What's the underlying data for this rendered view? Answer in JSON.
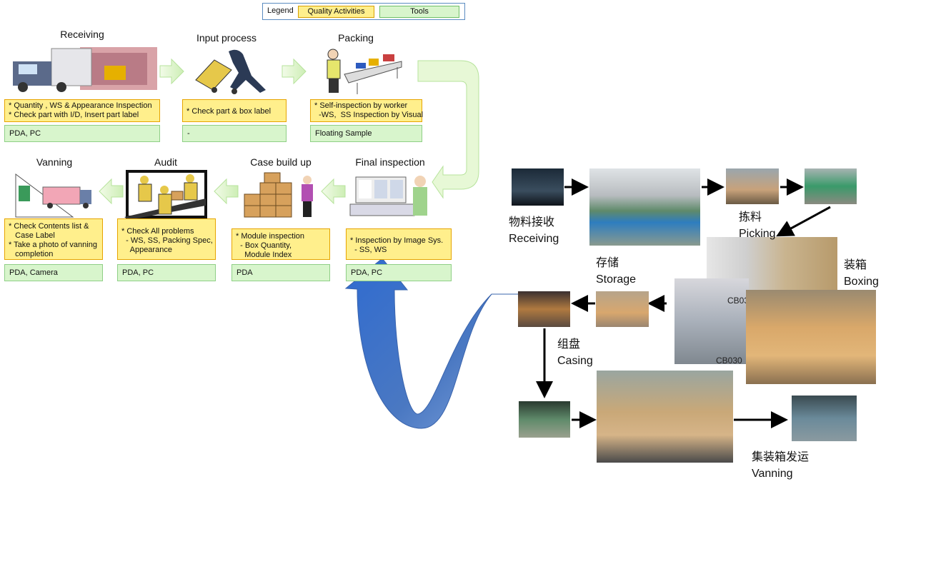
{
  "legend": {
    "label": "Legend",
    "quality": "Quality Activities",
    "tools": "Tools"
  },
  "colors": {
    "quality_fill": "#ffef8c",
    "quality_border": "#e6a400",
    "tools_fill": "#d8f5cc",
    "tools_border": "#8fcf86",
    "flow_arrow": "#dff5c8",
    "big_arrow": "#4a78c2"
  },
  "steps": {
    "receiving": {
      "title": "Receiving",
      "quality": [
        "* Quantity , WS & Appearance Inspection",
        "* Check part with I/D, Insert part label"
      ],
      "tools": "PDA, PC"
    },
    "input": {
      "title": "Input process",
      "quality": [
        "* Check part & box label"
      ],
      "tools": "-"
    },
    "packing": {
      "title": "Packing",
      "quality": [
        "* Self-inspection by worker",
        "  -WS,  SS Inspection by Visual"
      ],
      "tools": "Floating Sample"
    },
    "final": {
      "title": "Final inspection",
      "quality": [
        "* Inspection by Image Sys.",
        "  - SS, WS"
      ],
      "tools": "PDA, PC"
    },
    "casebuild": {
      "title": "Case build up",
      "quality": [
        "* Module inspection",
        "  - Box Quantity,",
        "    Module Index"
      ],
      "tools": "PDA"
    },
    "audit": {
      "title": "Audit",
      "quality": [
        "* Check All problems",
        "  - WS, SS, Packing Spec,",
        "    Appearance"
      ],
      "tools": "PDA, PC"
    },
    "vanning": {
      "title": "Vanning",
      "quality": [
        "* Check Contents list &",
        "   Case Label",
        "* Take a photo of vanning",
        "   completion"
      ],
      "tools": "PDA, Camera"
    }
  },
  "photo_flow": {
    "receiving": {
      "zh": "物料接收",
      "en": "Receiving"
    },
    "picking": {
      "zh": "拣料",
      "en": "Picking"
    },
    "storage": {
      "zh": "存储",
      "en": "Storage"
    },
    "boxing": {
      "zh": "装箱",
      "en": "Boxing"
    },
    "casing": {
      "zh": "组盘",
      "en": "Casing"
    },
    "vanning": {
      "zh": "集装箱发运",
      "en": "Vanning"
    }
  },
  "box_codes": [
    "CB030",
    "CB030"
  ]
}
